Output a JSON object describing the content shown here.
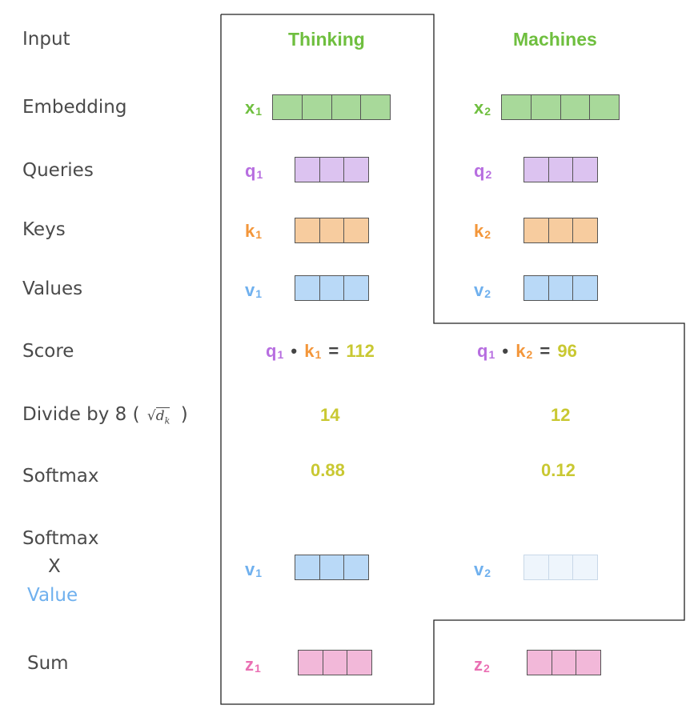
{
  "row_labels": {
    "input": "Input",
    "embedding": "Embedding",
    "queries": "Queries",
    "keys": "Keys",
    "values": "Values",
    "score": "Score",
    "divide_prefix": "Divide by 8 (",
    "divide_sqrt": "d",
    "divide_sub": "k",
    "divide_suffix": ")",
    "softmax": "Softmax",
    "softmax_x_value_1": "Softmax",
    "softmax_x_value_2": "X",
    "softmax_x_value_3": "Value",
    "sum": "Sum"
  },
  "columns": [
    {
      "word": "Thinking",
      "x_sym": "x",
      "x_sub": "1",
      "q_sym": "q",
      "q_sub": "1",
      "k_sym": "k",
      "k_sub": "1",
      "v_sym": "v",
      "v_sub": "1",
      "score_q": "q",
      "score_q_sub": "1",
      "score_dot": "•",
      "score_k": "k",
      "score_k_sub": "1",
      "score_eq": "=",
      "score_val": "112",
      "divided": "14",
      "softmax": "0.88",
      "wv_sym": "v",
      "wv_sub": "1",
      "z_sym": "z",
      "z_sub": "1"
    },
    {
      "word": "Machines",
      "x_sym": "x",
      "x_sub": "2",
      "q_sym": "q",
      "q_sub": "2",
      "k_sym": "k",
      "k_sub": "2",
      "v_sym": "v",
      "v_sub": "2",
      "score_q": "q",
      "score_q_sub": "1",
      "score_dot": "•",
      "score_k": "k",
      "score_k_sub": "2",
      "score_eq": "=",
      "score_val": "96",
      "divided": "12",
      "softmax": "0.12",
      "wv_sym": "v",
      "wv_sub": "2",
      "z_sym": "z",
      "z_sub": "2"
    }
  ],
  "colors": {
    "embedding": "#a8d99a",
    "query": "#dcc3f0",
    "key": "#f7cc9f",
    "value": "#b9d9f7",
    "value_faded": "#eef5fc",
    "sum": "#f2b8d9",
    "outline": "#222222"
  }
}
